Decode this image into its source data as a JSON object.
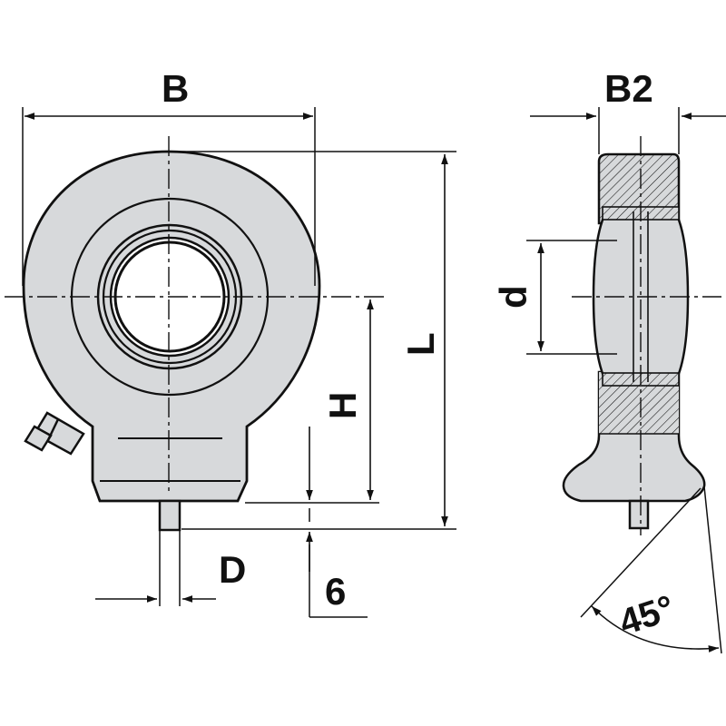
{
  "labels": {
    "b": "B",
    "b2": "B2",
    "l": "L",
    "h": "H",
    "d_upper": "D",
    "d_lower": "d",
    "six": "6",
    "angle": "45°"
  },
  "colors": {
    "body_fill": "#d7d9db",
    "line": "#111111",
    "background": "#ffffff"
  }
}
